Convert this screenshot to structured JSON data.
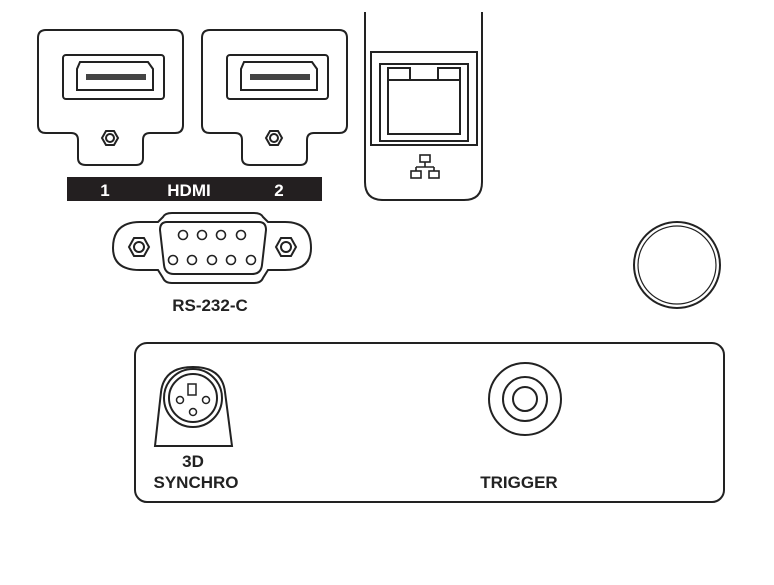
{
  "labels": {
    "hdmi_1": "1",
    "hdmi": "HDMI",
    "hdmi_2": "2",
    "rs232c": "RS-232-C",
    "synchro_line1": "3D",
    "synchro_line2": "SYNCHRO",
    "trigger": "TRIGGER"
  },
  "icons": [
    "hdmi-port-icon",
    "lan-network-icon",
    "rs232c-port-icon",
    "3d-synchro-port-icon",
    "trigger-jack-icon",
    "round-sensor-icon"
  ],
  "colors": {
    "line": "#222222",
    "label_bar": "#231f20"
  }
}
